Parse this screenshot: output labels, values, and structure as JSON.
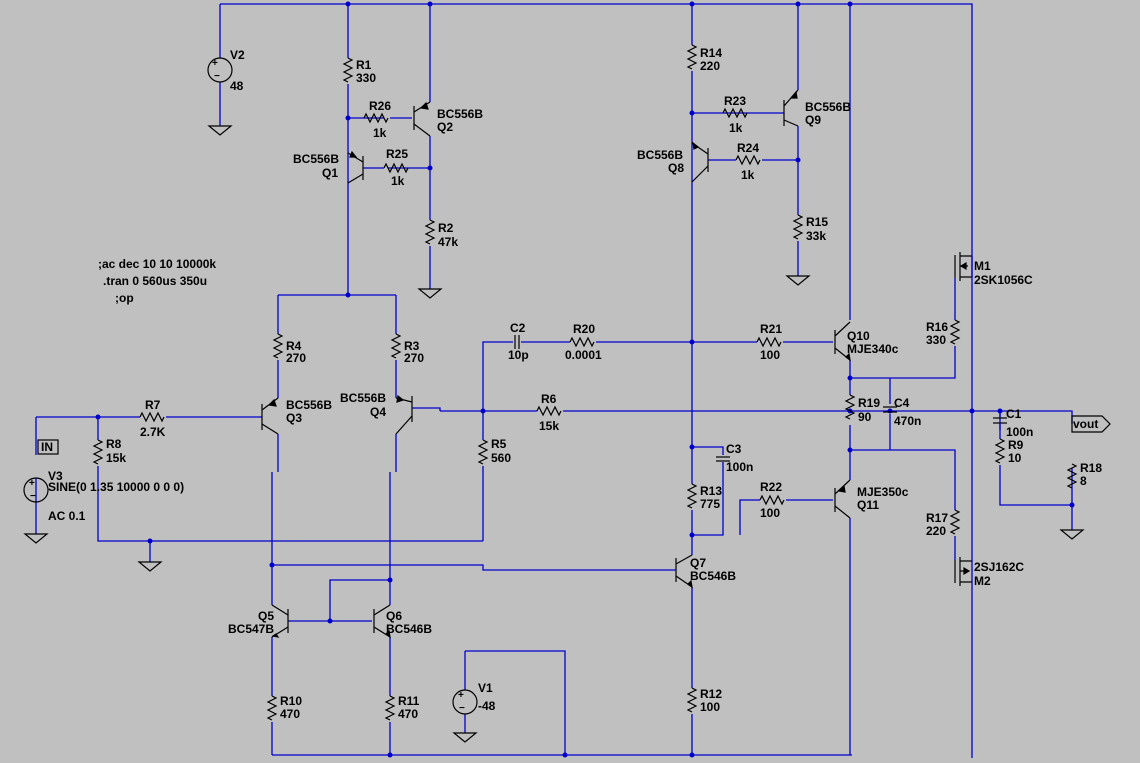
{
  "directives": [
    ";ac dec 10 10 10000k",
    ".tran 0 560us 350u",
    ";op"
  ],
  "sources": {
    "V1": {
      "name": "V1",
      "value": "-48"
    },
    "V2": {
      "name": "V2",
      "value": "48"
    },
    "V3": {
      "name": "V3",
      "value": "SINE(0 1.35 10000 0 0 0)",
      "ac": "AC 0.1"
    }
  },
  "resistors": {
    "R1": {
      "name": "R1",
      "value": "330"
    },
    "R2": {
      "name": "R2",
      "value": "47k"
    },
    "R3": {
      "name": "R3",
      "value": "270"
    },
    "R4": {
      "name": "R4",
      "value": "270"
    },
    "R5": {
      "name": "R5",
      "value": "560"
    },
    "R6": {
      "name": "R6",
      "value": "15k"
    },
    "R7": {
      "name": "R7",
      "value": "2.7K"
    },
    "R8": {
      "name": "R8",
      "value": "15k"
    },
    "R9": {
      "name": "R9",
      "value": "10"
    },
    "R10": {
      "name": "R10",
      "value": "470"
    },
    "R11": {
      "name": "R11",
      "value": "470"
    },
    "R12": {
      "name": "R12",
      "value": "100"
    },
    "R13": {
      "name": "R13",
      "value": "775"
    },
    "R14": {
      "name": "R14",
      "value": "220"
    },
    "R15": {
      "name": "R15",
      "value": "33k"
    },
    "R16": {
      "name": "R16",
      "value": "330"
    },
    "R17": {
      "name": "R17",
      "value": "220"
    },
    "R18": {
      "name": "R18",
      "value": "8"
    },
    "R19": {
      "name": "R19",
      "value": "90"
    },
    "R20": {
      "name": "R20",
      "value": "0.0001"
    },
    "R21": {
      "name": "R21",
      "value": "100"
    },
    "R22": {
      "name": "R22",
      "value": "100"
    },
    "R23": {
      "name": "R23",
      "value": "1k"
    },
    "R24": {
      "name": "R24",
      "value": "1k"
    },
    "R25": {
      "name": "R25",
      "value": "1k"
    },
    "R26": {
      "name": "R26",
      "value": "1k"
    }
  },
  "capacitors": {
    "C1": {
      "name": "C1",
      "value": "100n"
    },
    "C2": {
      "name": "C2",
      "value": "10p"
    },
    "C3": {
      "name": "C3",
      "value": "100n"
    },
    "C4": {
      "name": "C4",
      "value": "470n"
    }
  },
  "transistors": {
    "Q1": {
      "name": "Q1",
      "model": "BC556B"
    },
    "Q2": {
      "name": "Q2",
      "model": "BC556B"
    },
    "Q3": {
      "name": "Q3",
      "model": "BC556B"
    },
    "Q4": {
      "name": "Q4",
      "model": "BC556B"
    },
    "Q5": {
      "name": "Q5",
      "model": "BC547B"
    },
    "Q6": {
      "name": "Q6",
      "model": "BC546B"
    },
    "Q7": {
      "name": "Q7",
      "model": "BC546B"
    },
    "Q8": {
      "name": "Q8",
      "model": "BC556B"
    },
    "Q9": {
      "name": "Q9",
      "model": "BC556B"
    },
    "Q10": {
      "name": "Q10",
      "model": "MJE340c"
    },
    "Q11": {
      "name": "Q11",
      "model": "MJE350c"
    },
    "M1": {
      "name": "M1",
      "model": "2SK1056C"
    },
    "M2": {
      "name": "M2",
      "model": "2SJ162C"
    }
  },
  "net_labels": {
    "in": "IN",
    "out": "vout"
  }
}
